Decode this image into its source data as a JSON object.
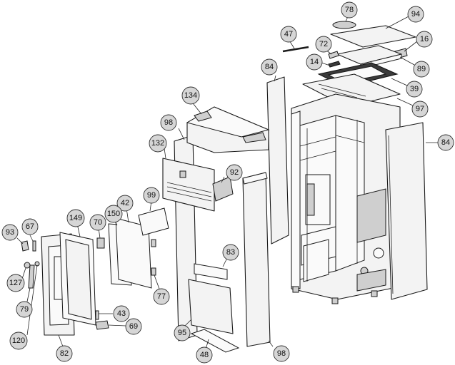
{
  "part_labels": [
    {
      "id": "78",
      "label": "78"
    },
    {
      "id": "94",
      "label": "94"
    },
    {
      "id": "47",
      "label": "47"
    },
    {
      "id": "16",
      "label": "16"
    },
    {
      "id": "72",
      "label": "72"
    },
    {
      "id": "14",
      "label": "14"
    },
    {
      "id": "89",
      "label": "89"
    },
    {
      "id": "84a",
      "label": "84"
    },
    {
      "id": "39",
      "label": "39"
    },
    {
      "id": "97",
      "label": "97"
    },
    {
      "id": "134",
      "label": "134"
    },
    {
      "id": "98a",
      "label": "98"
    },
    {
      "id": "84b",
      "label": "84"
    },
    {
      "id": "132",
      "label": "132"
    },
    {
      "id": "92",
      "label": "92"
    },
    {
      "id": "99",
      "label": "99"
    },
    {
      "id": "42",
      "label": "42"
    },
    {
      "id": "150",
      "label": "150"
    },
    {
      "id": "149",
      "label": "149"
    },
    {
      "id": "70",
      "label": "70"
    },
    {
      "id": "93",
      "label": "93"
    },
    {
      "id": "67",
      "label": "67"
    },
    {
      "id": "83",
      "label": "83"
    },
    {
      "id": "127",
      "label": "127"
    },
    {
      "id": "77",
      "label": "77"
    },
    {
      "id": "79",
      "label": "79"
    },
    {
      "id": "43",
      "label": "43"
    },
    {
      "id": "69",
      "label": "69"
    },
    {
      "id": "95",
      "label": "95"
    },
    {
      "id": "120",
      "label": "120"
    },
    {
      "id": "82",
      "label": "82"
    },
    {
      "id": "48",
      "label": "48"
    },
    {
      "id": "98b",
      "label": "98"
    }
  ]
}
